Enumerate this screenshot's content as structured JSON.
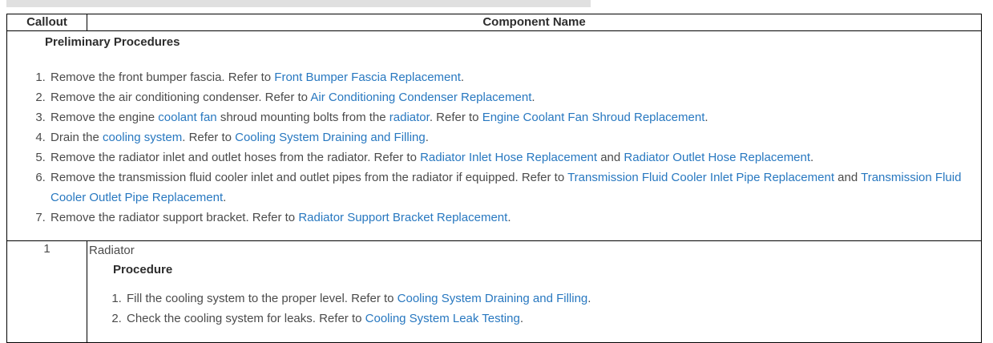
{
  "colors": {
    "link": "#2878c0",
    "text": "#4b4b4b",
    "heading": "#2d2d2d",
    "top_bar": "#e0e0e0"
  },
  "table": {
    "header": {
      "callout": "Callout",
      "component_name": "Component Name"
    },
    "preliminary": {
      "title": "Preliminary Procedures",
      "steps": [
        [
          {
            "t": "Remove the front bumper fascia. Refer to "
          },
          {
            "t": "Front Bumper Fascia Replacement",
            "link": true
          },
          {
            "t": "."
          }
        ],
        [
          {
            "t": "Remove the air conditioning condenser. Refer to "
          },
          {
            "t": "Air Conditioning Condenser Replacement",
            "link": true
          },
          {
            "t": "."
          }
        ],
        [
          {
            "t": "Remove the engine "
          },
          {
            "t": "coolant fan",
            "link": true
          },
          {
            "t": " shroud mounting bolts from the "
          },
          {
            "t": "radiator",
            "link": true
          },
          {
            "t": ". Refer to "
          },
          {
            "t": "Engine Coolant Fan Shroud Replacement",
            "link": true
          },
          {
            "t": "."
          }
        ],
        [
          {
            "t": "Drain the "
          },
          {
            "t": "cooling system",
            "link": true
          },
          {
            "t": ". Refer to "
          },
          {
            "t": "Cooling System Draining and Filling",
            "link": true
          },
          {
            "t": "."
          }
        ],
        [
          {
            "t": "Remove the radiator inlet and outlet hoses from the radiator. Refer to "
          },
          {
            "t": "Radiator Inlet Hose Replacement",
            "link": true
          },
          {
            "t": " and "
          },
          {
            "t": "Radiator Outlet Hose Replacement",
            "link": true
          },
          {
            "t": "."
          }
        ],
        [
          {
            "t": "Remove the transmission fluid cooler inlet and outlet pipes from the radiator if equipped. Refer to "
          },
          {
            "t": "Transmission Fluid Cooler Inlet Pipe Replacement",
            "link": true
          },
          {
            "t": " and "
          },
          {
            "t": "Transmission Fluid Cooler Outlet Pipe Replacement",
            "link": true
          },
          {
            "t": "."
          }
        ],
        [
          {
            "t": "Remove the radiator support bracket. Refer to "
          },
          {
            "t": "Radiator Support Bracket Replacement",
            "link": true
          },
          {
            "t": "."
          }
        ]
      ]
    },
    "callout_rows": [
      {
        "callout": "1",
        "component": "Radiator",
        "procedure_label": "Procedure",
        "steps": [
          [
            {
              "t": "Fill the cooling system to the proper level. Refer to "
            },
            {
              "t": "Cooling System Draining and Filling",
              "link": true
            },
            {
              "t": "."
            }
          ],
          [
            {
              "t": "Check the cooling system for leaks. Refer to "
            },
            {
              "t": "Cooling System Leak Testing",
              "link": true
            },
            {
              "t": "."
            }
          ]
        ]
      }
    ]
  }
}
